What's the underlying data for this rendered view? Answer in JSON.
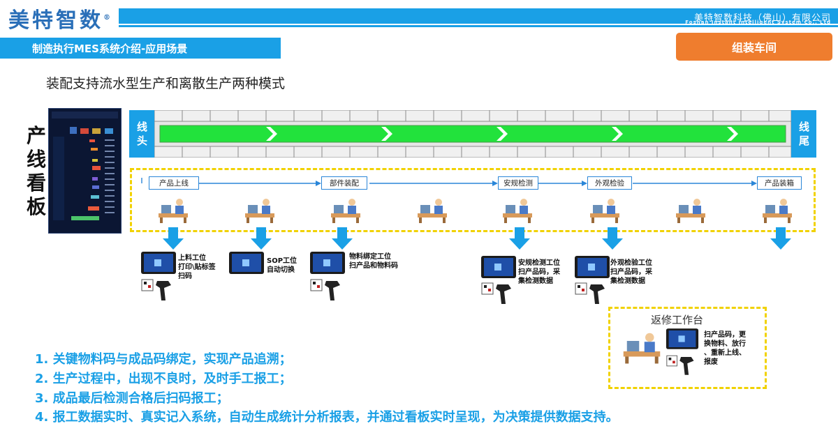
{
  "header": {
    "logo": "美特智数",
    "logo_mark": "®",
    "company_cn": "美特智数科技（佛山）有限公司",
    "company_en": "Foshan Instant Intelligent System Co., Ltd",
    "title": "制造执行MES系统介绍-应用场景",
    "tag": "组装车间"
  },
  "subtitle": "装配支持流水型生产和离散生产两种模式",
  "board_label": "产线看板",
  "line_head": "线头",
  "line_tail": "线尾",
  "stations": [
    "产品上线",
    "部件装配",
    "安规检测",
    "外观检验",
    "产品装箱"
  ],
  "notes": {
    "n1": [
      "上料工位",
      "打印\\贴标签",
      "扫码"
    ],
    "n2": [
      "SOP工位",
      "自动切换"
    ],
    "n3": [
      "物料绑定工位",
      "扫产品和物料码"
    ],
    "n4": [
      "安规检测工位",
      "扫产品码，采",
      "集检测数据"
    ],
    "n5": [
      "外观检验工位",
      "扫产品码，采",
      "集检测数据"
    ]
  },
  "repair": {
    "title": "返修工作台",
    "note": [
      "扫产品码，更",
      "换物料、放行",
      "、重新上线、",
      "报废"
    ]
  },
  "points": [
    "1.  关键物料码与成品码绑定，实现产品追溯；",
    "2.  生产过程中，出现不良时，及时手工报工；",
    "3.  成品最后检测合格后扫码报工；",
    "4.  报工数据实时、真实记入系统，自动生成统计分析报表，并通过看板实时呈现，为决策提供数据支持。"
  ]
}
